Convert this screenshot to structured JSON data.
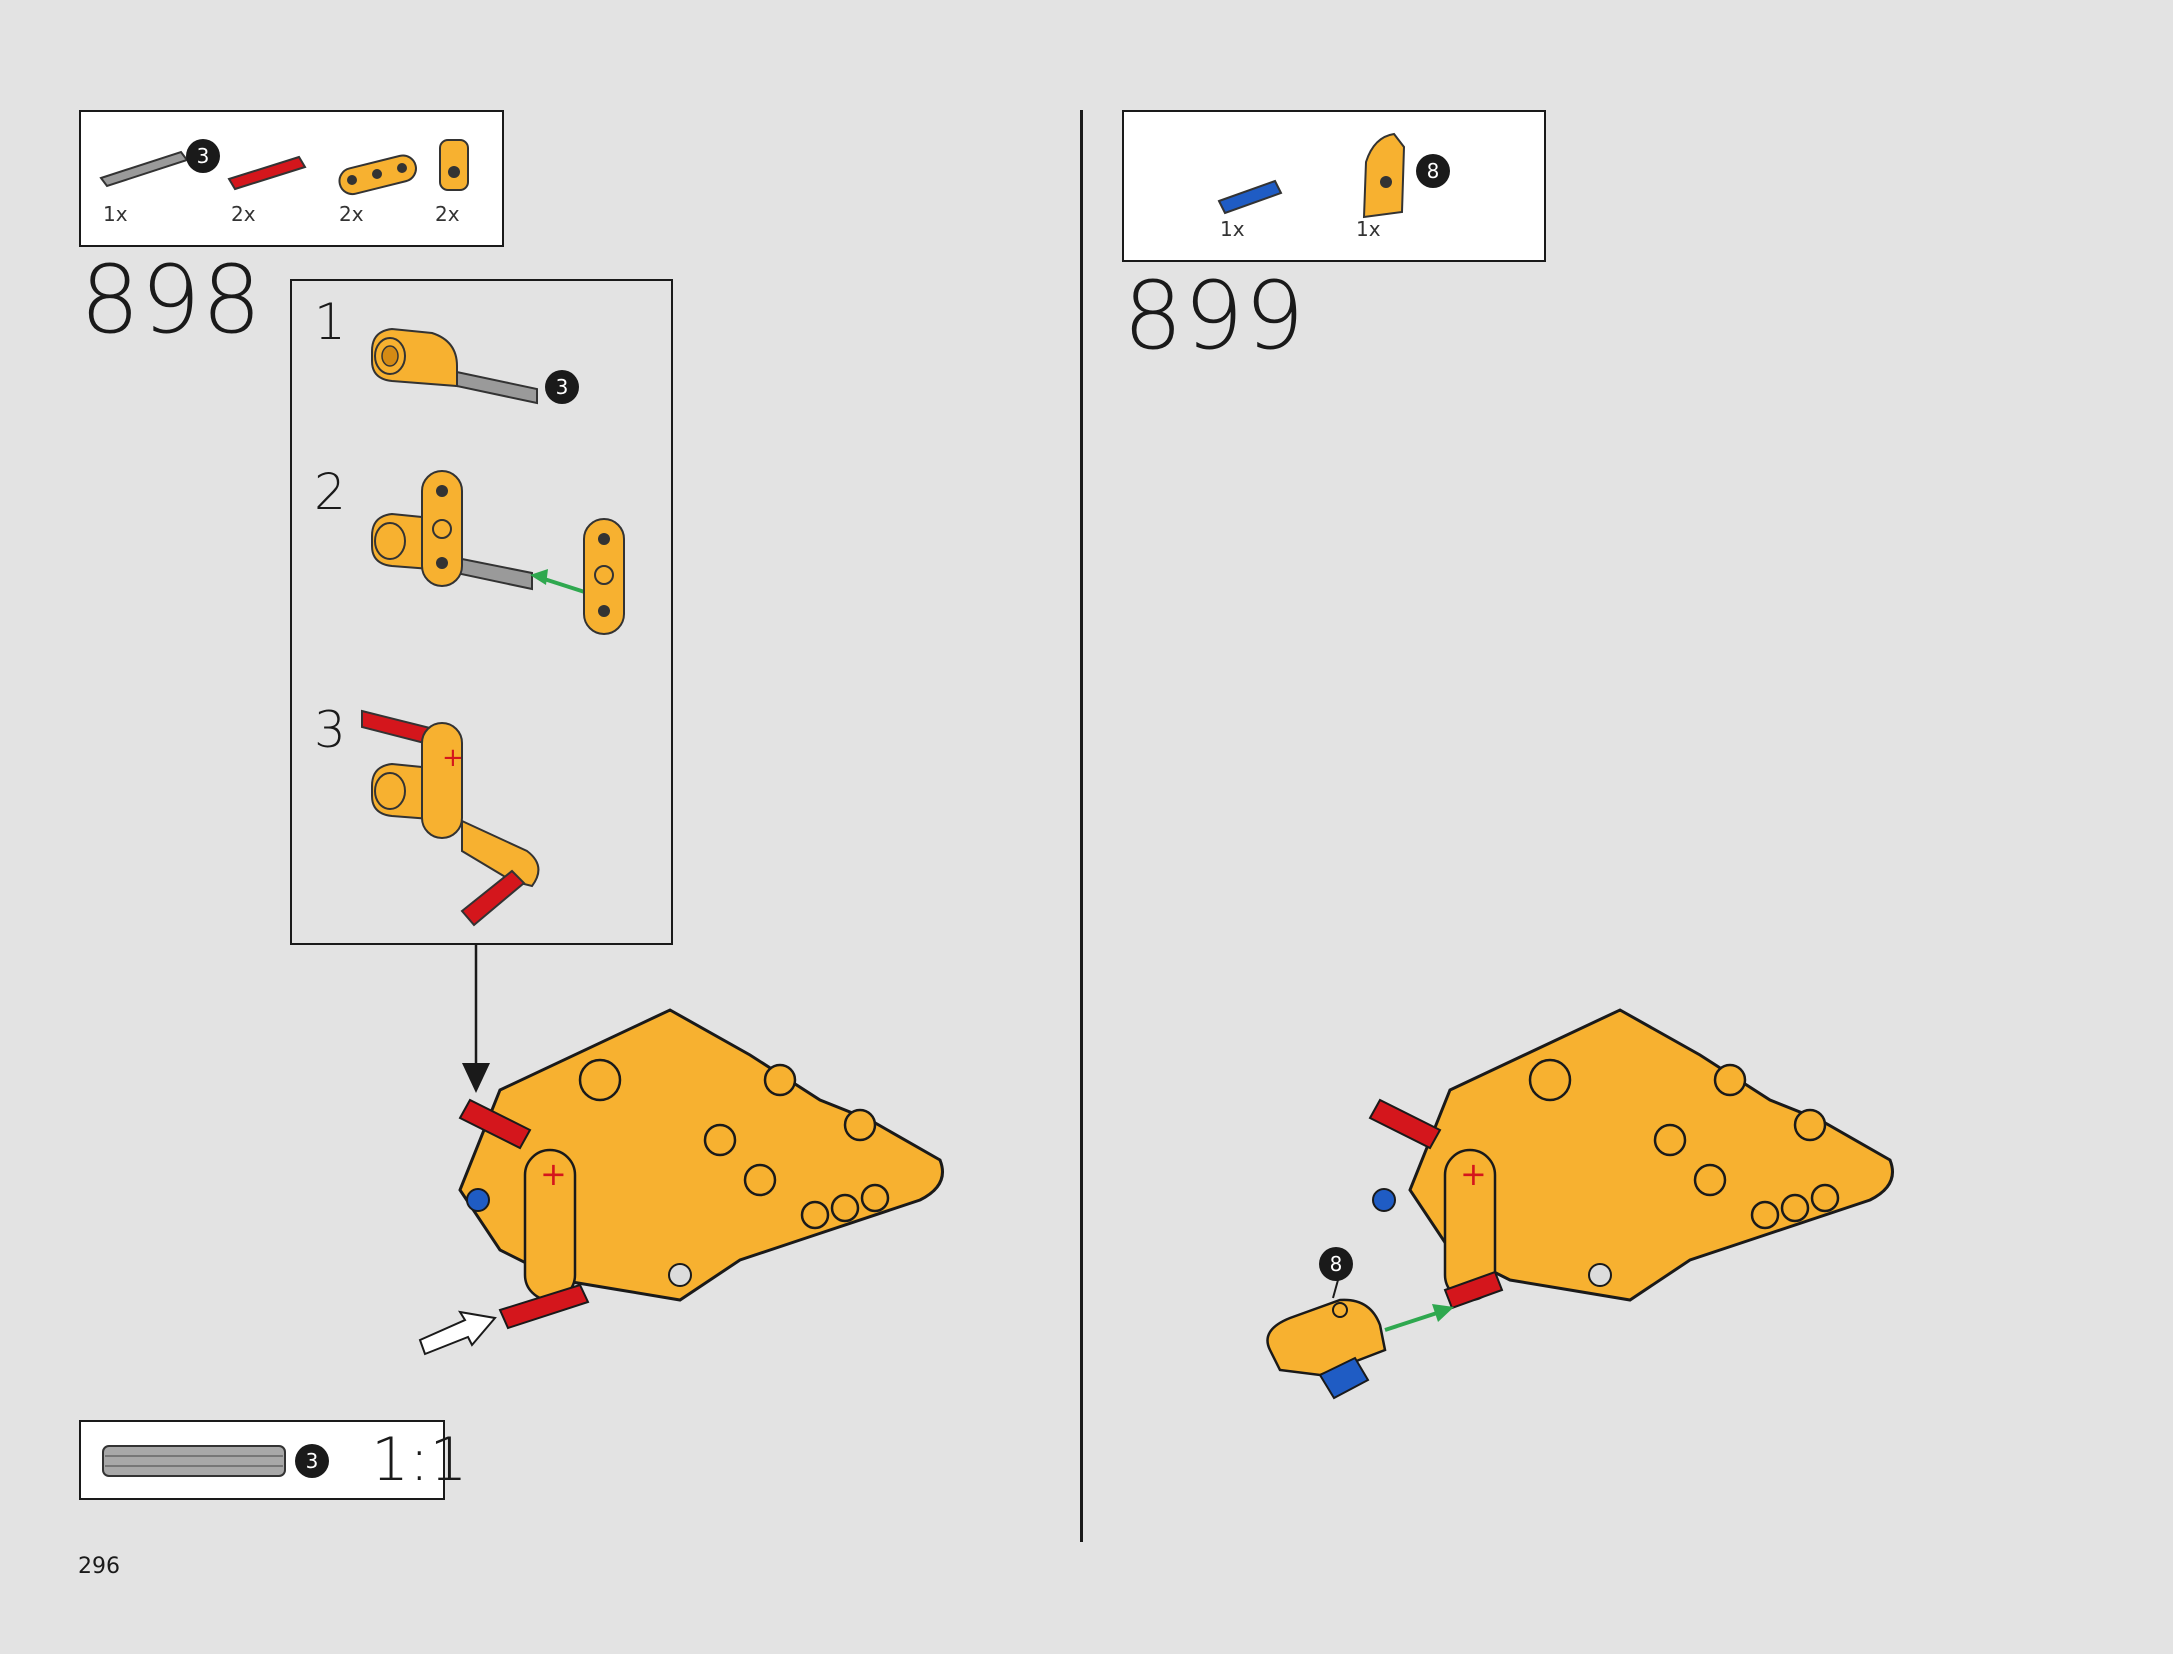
{
  "step898": {
    "number": "898",
    "parts": [
      {
        "qty": "1x",
        "name": "grey-axle-3",
        "badge": "3"
      },
      {
        "qty": "2x",
        "name": "red-axle-pin"
      },
      {
        "qty": "2x",
        "name": "yellow-thin-liftarm"
      },
      {
        "qty": "2x",
        "name": "yellow-axle-pin-connector"
      }
    ],
    "substeps": [
      {
        "label": "1",
        "badge": "3"
      },
      {
        "label": "2"
      },
      {
        "label": "3"
      }
    ],
    "scale": {
      "badge": "3",
      "label": "1:1"
    }
  },
  "step899": {
    "number": "899",
    "parts": [
      {
        "qty": "1x",
        "name": "blue-pin"
      },
      {
        "qty": "1x",
        "name": "yellow-panel",
        "badge": "8"
      }
    ],
    "callout_badge": "8"
  },
  "page": {
    "number": "296"
  },
  "colors": {
    "background": "#e3e3e3",
    "yellow": "#f7b130",
    "red": "#d4161c",
    "grey": "#9a9a9a",
    "blue": "#1f5cc4",
    "arrow_green": "#2fa84f"
  }
}
